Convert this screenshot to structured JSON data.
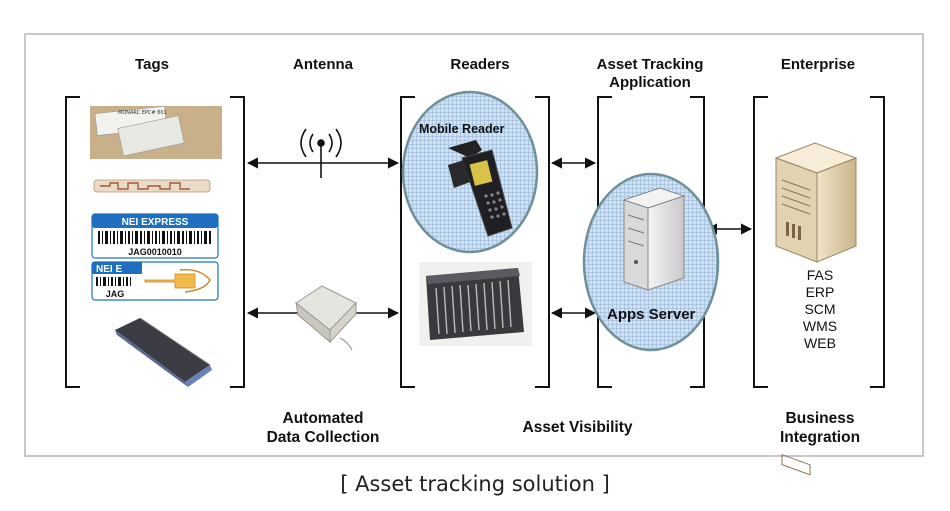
{
  "headers": {
    "tags": "Tags",
    "antenna": "Antenna",
    "readers": "Readers",
    "asset_app_line1": "Asset Tracking",
    "asset_app_line2": "Application",
    "enterprise": "Enterprise"
  },
  "tags": {
    "tag1_text": "MONARC EPC# 801",
    "tag3_brand": "NEI EXPRESS",
    "tag3_id": "JAG0010010",
    "tag4_brand": "NEI E",
    "tag4_id": "JAG"
  },
  "readers": {
    "mobile_reader_label": "Mobile Reader"
  },
  "application": {
    "apps_server_label": "Apps Server"
  },
  "enterprise": {
    "systems": [
      "FAS",
      "ERP",
      "SCM",
      "WMS",
      "WEB"
    ]
  },
  "bottom_labels": {
    "adc_line1": "Automated",
    "adc_line2": "Data Collection",
    "asset_visibility": "Asset Visibility",
    "bi_line1": "Business",
    "bi_line2": "Integration"
  },
  "caption": "[ Asset tracking solution ]",
  "colors": {
    "ellipse_fill": "#c9ddf0",
    "ellipse_border": "#6f8f99",
    "grid_line": "#7fa3c8",
    "tag_label_blue": "#1f6fc0"
  },
  "icons": [
    "antenna-icon",
    "mobile-reader-icon",
    "fixed-reader-icon",
    "fixed-antenna-icon",
    "server-icon",
    "enterprise-server-icon"
  ]
}
